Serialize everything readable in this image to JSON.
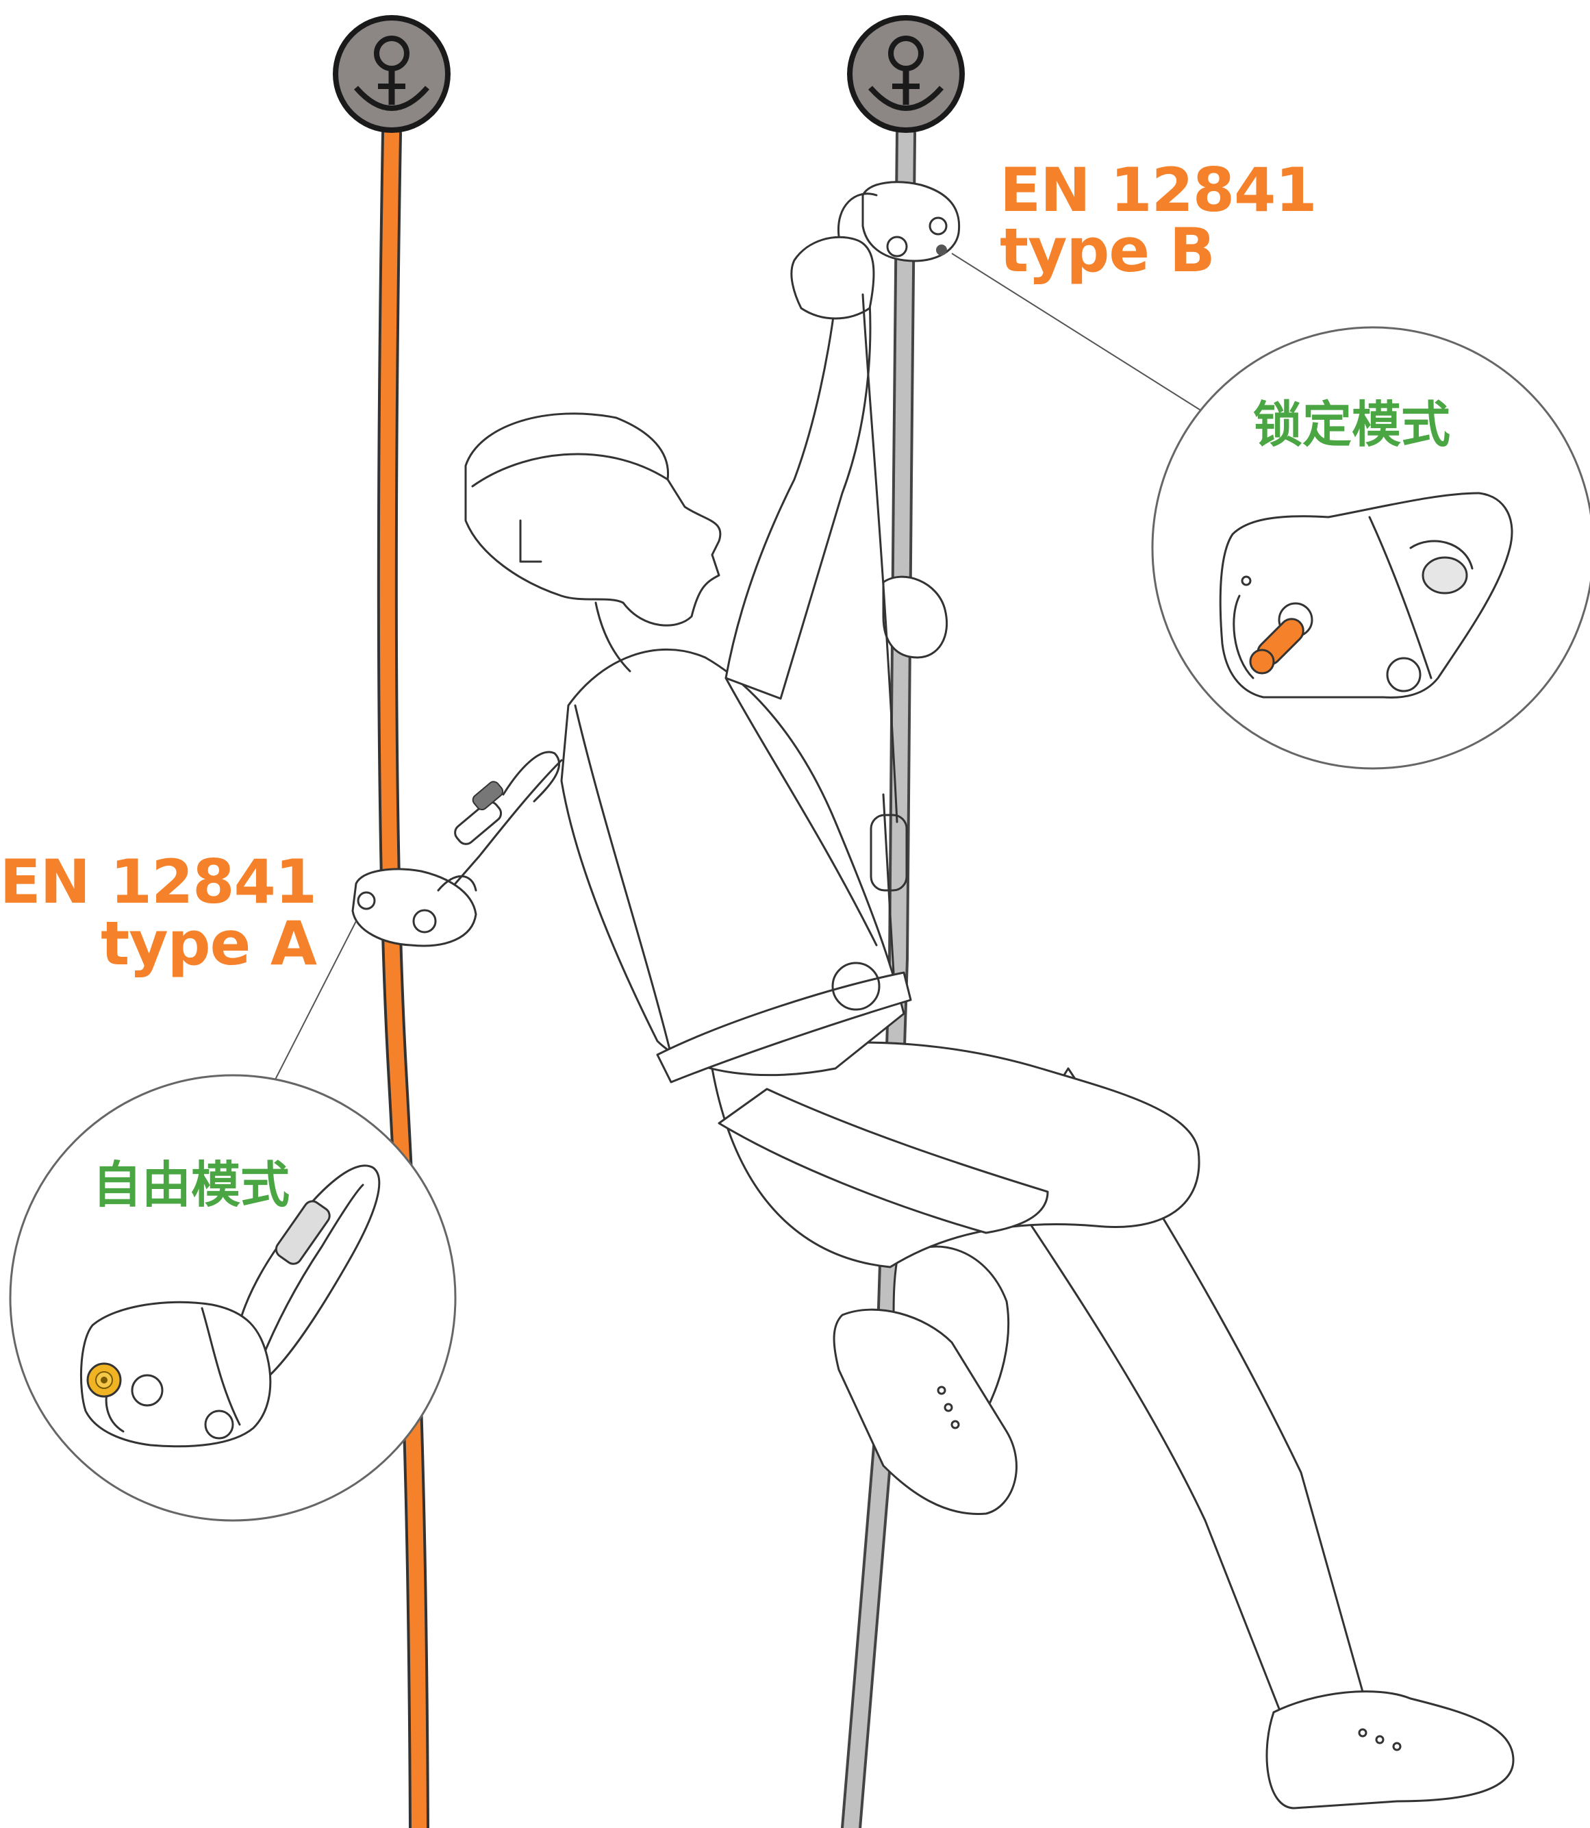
{
  "labels": {
    "left_device": {
      "line1": "EN 12841",
      "line2": "type A"
    },
    "right_device": {
      "line1": "EN 12841",
      "line2": "type B"
    },
    "left_callout_mode": "自由模式",
    "right_callout_mode": "锁定模式"
  },
  "colors": {
    "label_orange": "#f5822a",
    "mode_green": "#4aa543",
    "safety_rope": "#f5822a",
    "working_rope": "#c0c0c0",
    "anchor_fill": "#8c8684",
    "cam_orange": "#f5822a",
    "cam_yellow": "#f0b323"
  },
  "icons": {
    "anchors": [
      "anchor-icon",
      "anchor-icon"
    ]
  }
}
